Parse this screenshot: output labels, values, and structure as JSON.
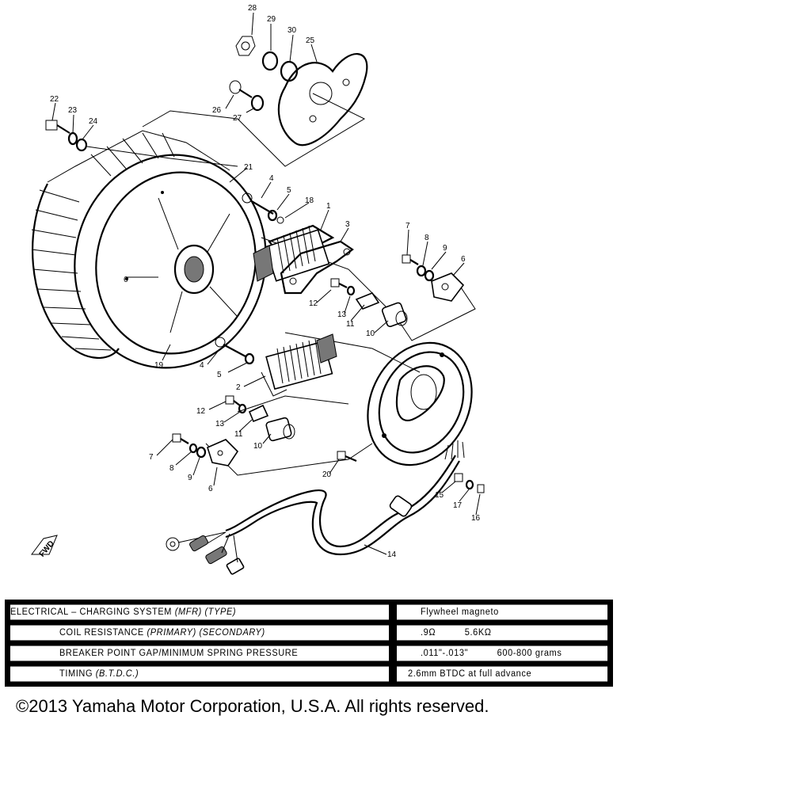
{
  "callouts": [
    {
      "id": "c28",
      "label": "28"
    },
    {
      "id": "c29",
      "label": "29"
    },
    {
      "id": "c30",
      "label": "30"
    },
    {
      "id": "c25",
      "label": "25"
    },
    {
      "id": "c26",
      "label": "26"
    },
    {
      "id": "c27",
      "label": "27"
    },
    {
      "id": "c22",
      "label": "22"
    },
    {
      "id": "c23",
      "label": "23"
    },
    {
      "id": "c24",
      "label": "24"
    },
    {
      "id": "c21",
      "label": "21"
    },
    {
      "id": "c4a",
      "label": "4"
    },
    {
      "id": "c5a",
      "label": "5"
    },
    {
      "id": "c18",
      "label": "18"
    },
    {
      "id": "c1",
      "label": "1"
    },
    {
      "id": "c3",
      "label": "3"
    },
    {
      "id": "c7a",
      "label": "7"
    },
    {
      "id": "c8a",
      "label": "8"
    },
    {
      "id": "c9a",
      "label": "9"
    },
    {
      "id": "c6a",
      "label": "6"
    },
    {
      "id": "c6b",
      "label": "6"
    },
    {
      "id": "c12a",
      "label": "12"
    },
    {
      "id": "c13a",
      "label": "13"
    },
    {
      "id": "c11a",
      "label": "11"
    },
    {
      "id": "c10a",
      "label": "10"
    },
    {
      "id": "c19",
      "label": "19"
    },
    {
      "id": "c4b",
      "label": "4"
    },
    {
      "id": "c5b",
      "label": "5"
    },
    {
      "id": "c2",
      "label": "2"
    },
    {
      "id": "c12b",
      "label": "12"
    },
    {
      "id": "c13b",
      "label": "13"
    },
    {
      "id": "c11b",
      "label": "11"
    },
    {
      "id": "c10b",
      "label": "10"
    },
    {
      "id": "c7b",
      "label": "7"
    },
    {
      "id": "c8b",
      "label": "8"
    },
    {
      "id": "c9b",
      "label": "9"
    },
    {
      "id": "c6c",
      "label": "6"
    },
    {
      "id": "c20",
      "label": "20"
    },
    {
      "id": "c15",
      "label": "15"
    },
    {
      "id": "c17",
      "label": "17"
    },
    {
      "id": "c16",
      "label": "16"
    },
    {
      "id": "c14",
      "label": "14"
    }
  ],
  "fwd_mark": "FWD",
  "spec_table": {
    "rows": [
      {
        "parameter_lead": "ELECTRICAL – ",
        "parameter": "CHARGING SYSTEM ",
        "parameter_italic": "(MFR)  (TYPE)",
        "value": "Flywheel  magneto"
      },
      {
        "parameter": "COIL RESISTANCE ",
        "parameter_italic": "(PRIMARY)  (SECONDARY)",
        "value": ".9Ω          5.6KΩ"
      },
      {
        "parameter": "BREAKER POINT GAP/MINIMUM SPRING PRESSURE",
        "value": ".011\"-.013\"          600-800 grams"
      },
      {
        "parameter": "TIMING ",
        "parameter_italic": "(B.T.D.C.)",
        "value": "2.6mm BTDC  at full advance"
      }
    ]
  },
  "copyright": "©2013 Yamaha Motor Corporation, U.S.A. All rights reserved."
}
